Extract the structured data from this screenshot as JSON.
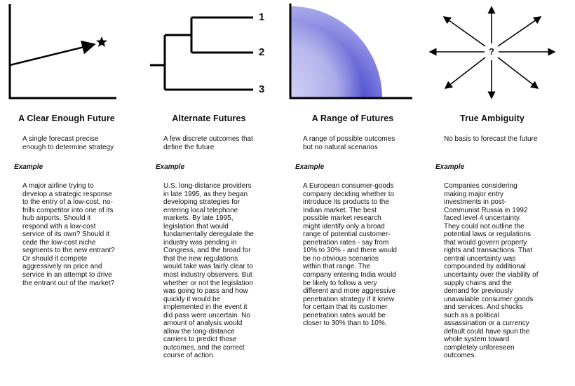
{
  "columns": [
    {
      "title": "A Clear Enough Future",
      "description": "A single forecast precise\nenough to determine strategy",
      "example_label": "Example",
      "example_text": "A major airline trying to\ndevelop a strategic response\nto the entry of a low-cost, no-\nfrills competitor into one of its\nhub airports.  Should it\nrespond with a low-cost\nservice of its own?  Should it\ncede the low-cost niche\nsegments to the new entrant?\nOr should it compete\naggressively on price and\nservice in an attempt to drive\nthe entrant out of the market?"
    },
    {
      "title": "Alternate Futures",
      "description": "A few discrete outcomes that\ndefine the future",
      "example_label": "Example",
      "example_text": "U.S. long-distance providers\nin late 1995, as they began\ndeveloping strategies for\nentering local telephone\nmarkets.  By late 1995,\nlegislation that would\nfundamentally deregulate the\nindustry was pending in\nCongress, and the broad for\nthat the new regulations\nwould take was fairly clear to\nmost industry observers.  But\nwhether or not the legislation\nwas going to pass and how\nquickly it would be\nimplemented in the event it\ndid pass were uncertain.  No\namount of analysis would\nallow the long-distance\ncarriers to predict those\noutcomes, and the correct\ncourse of action."
    },
    {
      "title": "A Range of Futures",
      "description": "A range of possible outcomes\nbut no natural scenarios",
      "example_label": "Example",
      "example_text": "A European consumer-goods\ncompany deciding whether to\nintroduce its products to the\nIndian market.  The best\npossible market research\nmight identify only a broad\nrange of potential customer-\npenetration rates - say from\n10% to 30% - and there would\nbe no obvious scenarios\nwithin that range.  The\ncompany entering India would\nbe likely to follow a very\ndifferent and more aggressive\npenetration strategy if it knew\nfor certain that its customer\npenetration rates would be\ncloser to 30% than to 10%."
    },
    {
      "title": "True Ambiguity",
      "description": "No basis to forecast the future",
      "example_label": "Example",
      "example_text": "Companies considering\nmaking major entry\ninvestments in post-\nCommunist Russia in 1992\nfaced level 4 uncertainty.\nThey could not outline the\npotential laws or regulations\nthat would govern property\nrights and transactions.  That\ncentral uncertainty was\ncompounded by additional\nuncertainty over the viability of\nsupply chains and the\ndemand for previously\nunavailable consumer goods\nand services.  And shocks\nsuch as a political\nassassination or a currency\ndefault could have spun the\nwhole system toward\ncompletely unforeseen\noutcomes."
    }
  ],
  "diagram_labels": {
    "branch_1": "1",
    "branch_2": "2",
    "branch_3": "3",
    "unknown": "?"
  },
  "icons": {
    "col1": "star-icon",
    "col4": "question-mark-icon"
  },
  "colors": {
    "range_fill_light": "#c6c6f2",
    "range_fill_dark": "#3d3dc8",
    "line": "#000000"
  }
}
